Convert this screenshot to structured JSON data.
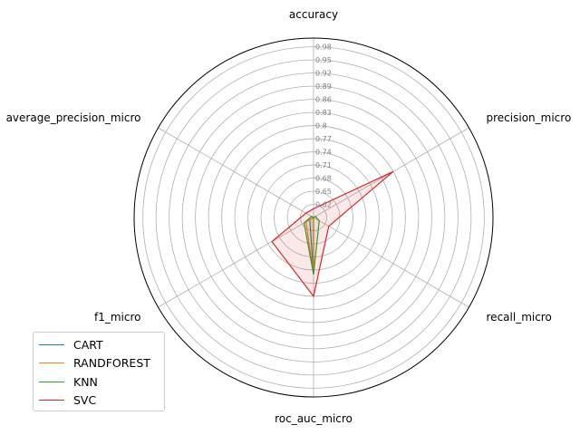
{
  "chart_data": {
    "type": "radar",
    "axes": [
      "accuracy",
      "precision_micro",
      "recall_micro",
      "roc_auc_micro",
      "f1_micro",
      "average_precision_micro"
    ],
    "radial_ticks": [
      "0.62",
      "0.65",
      "0.68",
      "0.71",
      "0.74",
      "0.77",
      "0.8",
      "0.83",
      "0.86",
      "0.89",
      "0.92",
      "0.95",
      "0.98"
    ],
    "rlim": [
      0.59,
      1.0
    ],
    "grid": true,
    "legend_position": "lower-left",
    "series": [
      {
        "name": "CART",
        "color": "#1f77b4",
        "values": [
          0.59,
          0.59,
          0.59,
          0.72,
          0.6,
          0.59
        ]
      },
      {
        "name": "RANDFOREST",
        "color": "#ff7f0e",
        "values": [
          0.59,
          0.59,
          0.59,
          0.72,
          0.61,
          0.59
        ]
      },
      {
        "name": "KNN",
        "color": "#2ca02c",
        "values": [
          0.59,
          0.595,
          0.605,
          0.72,
          0.615,
          0.595
        ]
      },
      {
        "name": "SVC",
        "color": "#d62728",
        "values": [
          0.61,
          0.8,
          0.63,
          0.77,
          0.7,
          0.61
        ]
      }
    ]
  }
}
